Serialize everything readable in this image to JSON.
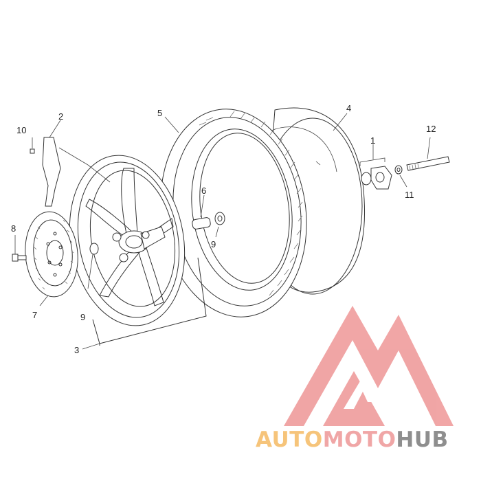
{
  "callouts": {
    "c1": "1",
    "c2": "2",
    "c3": "3",
    "c4": "4",
    "c5": "5",
    "c6": "6",
    "c7": "7",
    "c8": "8",
    "c9a": "9",
    "c9b": "9",
    "c10": "10",
    "c11": "11",
    "c12": "12"
  },
  "watermark": {
    "text_part1": "AUTO",
    "text_part2": "MOTO",
    "text_part3": "HUB",
    "color_auto": "#f6c47a",
    "color_moto": "#f0a6a6",
    "color_hub": "#8e8e8e",
    "logo_color": "#ef9c9c"
  }
}
